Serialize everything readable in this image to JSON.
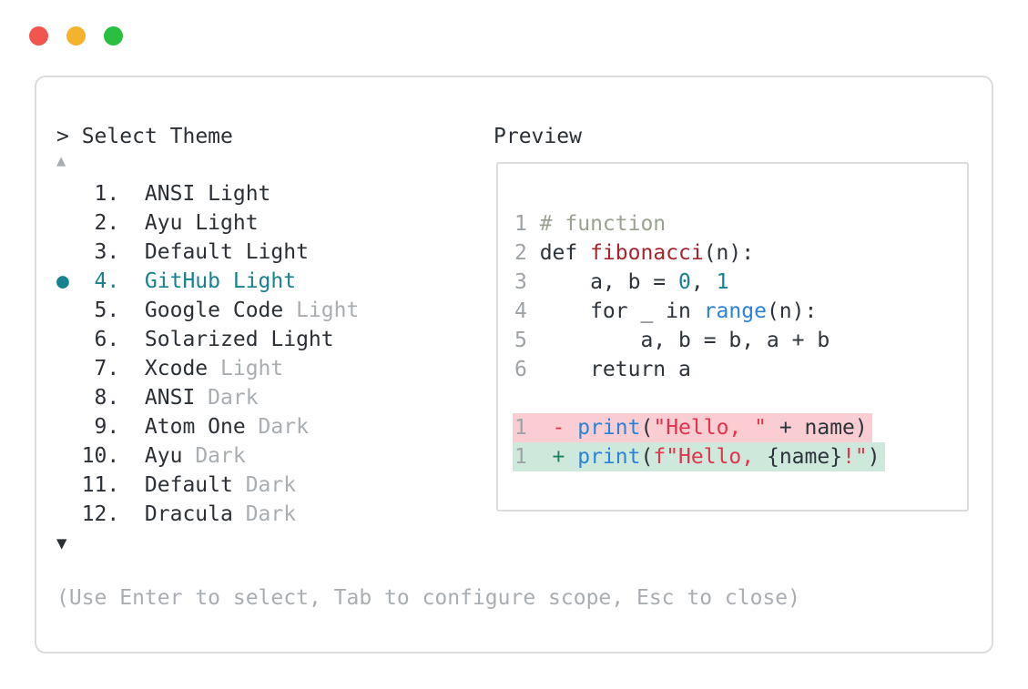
{
  "window": {
    "traffic_lights": [
      {
        "name": "close",
        "color": "#f1554f"
      },
      {
        "name": "minimize",
        "color": "#f3b32d"
      },
      {
        "name": "maximize",
        "color": "#2abf41"
      }
    ]
  },
  "palette": {
    "prompt": ">",
    "title": "Select Theme",
    "scroll_up_glyph": "▲",
    "scroll_down_glyph": "▼",
    "selected_marker": "●",
    "number_suffix": ".",
    "footer": "(Use Enter to select, Tab to configure scope, Esc to close)",
    "items": [
      {
        "number": "1",
        "name": "ANSI",
        "variant": "Light",
        "variant_dim": false,
        "selected": false
      },
      {
        "number": "2",
        "name": "Ayu",
        "variant": "Light",
        "variant_dim": false,
        "selected": false
      },
      {
        "number": "3",
        "name": "Default",
        "variant": "Light",
        "variant_dim": false,
        "selected": false
      },
      {
        "number": "4",
        "name": "GitHub",
        "variant": "Light",
        "variant_dim": false,
        "selected": true
      },
      {
        "number": "5",
        "name": "Google Code",
        "variant": "Light",
        "variant_dim": true,
        "selected": false
      },
      {
        "number": "6",
        "name": "Solarized",
        "variant": "Light",
        "variant_dim": false,
        "selected": false
      },
      {
        "number": "7",
        "name": "Xcode",
        "variant": "Light",
        "variant_dim": true,
        "selected": false
      },
      {
        "number": "8",
        "name": "ANSI",
        "variant": "Dark",
        "variant_dim": true,
        "selected": false
      },
      {
        "number": "9",
        "name": "Atom One",
        "variant": "Dark",
        "variant_dim": true,
        "selected": false
      },
      {
        "number": "10",
        "name": "Ayu",
        "variant": "Dark",
        "variant_dim": true,
        "selected": false
      },
      {
        "number": "11",
        "name": "Default",
        "variant": "Dark",
        "variant_dim": true,
        "selected": false
      },
      {
        "number": "12",
        "name": "Dracula",
        "variant": "Dark",
        "variant_dim": true,
        "selected": false
      }
    ]
  },
  "preview": {
    "title": "Preview",
    "code_lines": [
      {
        "number": "1",
        "tokens": [
          {
            "text": "# function",
            "style": "comment"
          }
        ]
      },
      {
        "number": "2",
        "tokens": [
          {
            "text": "def ",
            "style": "default"
          },
          {
            "text": "fibonacci",
            "style": "function"
          },
          {
            "text": "(n):",
            "style": "default"
          }
        ]
      },
      {
        "number": "3",
        "tokens": [
          {
            "text": "    a, b = ",
            "style": "default"
          },
          {
            "text": "0",
            "style": "number"
          },
          {
            "text": ", ",
            "style": "default"
          },
          {
            "text": "1",
            "style": "number"
          }
        ]
      },
      {
        "number": "4",
        "tokens": [
          {
            "text": "    for _ in ",
            "style": "default"
          },
          {
            "text": "range",
            "style": "builtin"
          },
          {
            "text": "(n):",
            "style": "default"
          }
        ]
      },
      {
        "number": "5",
        "tokens": [
          {
            "text": "        a, b = b, a + b",
            "style": "default"
          }
        ]
      },
      {
        "number": "6",
        "tokens": [
          {
            "text": "    return a",
            "style": "default"
          }
        ]
      }
    ],
    "diff_lines": [
      {
        "number": "1",
        "sign": "-",
        "kind": "removed",
        "tokens": [
          {
            "text": "print",
            "style": "builtin"
          },
          {
            "text": "(",
            "style": "default"
          },
          {
            "text": "\"Hello, \"",
            "style": "string"
          },
          {
            "text": " + name)",
            "style": "default"
          }
        ]
      },
      {
        "number": "1",
        "sign": "+",
        "kind": "added",
        "tokens": [
          {
            "text": "print",
            "style": "builtin"
          },
          {
            "text": "(",
            "style": "default"
          },
          {
            "text": "f\"Hello, ",
            "style": "string"
          },
          {
            "text": "{name}",
            "style": "default"
          },
          {
            "text": "!\"",
            "style": "string"
          },
          {
            "text": ")",
            "style": "default"
          }
        ]
      }
    ]
  },
  "colors": {
    "text_dark": "#2b3036",
    "dim": "#a9aeb3",
    "line_number": "#9ea3a8",
    "border": "#dcdcdc",
    "accent_teal": "#17818d",
    "syntax_default": "#2d333b",
    "syntax_comment": "#9aa391",
    "syntax_function": "#a5242e",
    "syntax_string": "#e2334e",
    "syntax_builtin": "#2b82d9",
    "syntax_number": "#17818d",
    "diff_remove_bg": "#f9cdd1",
    "diff_remove_sign": "#e2334e",
    "diff_add_bg": "#cee9dc",
    "diff_add_sign": "#1e7f62"
  }
}
